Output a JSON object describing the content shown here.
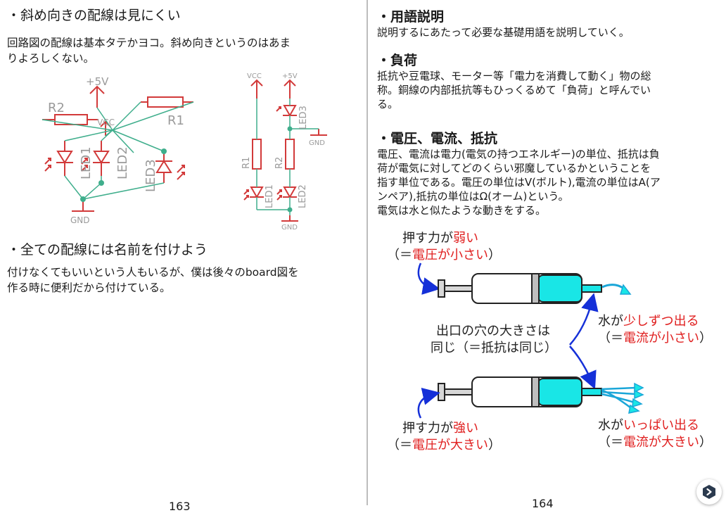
{
  "left_page": {
    "heading1": "・斜め向きの配線は見にくい",
    "para1_line1": "回路図の配線は基本タテかヨコ。斜め向きというのはあま",
    "para1_line2": "りよろしくない。",
    "schematic_bad": {
      "plus5v": "+5V",
      "vcc": "VCC",
      "r1": "R1",
      "r2": "R2",
      "led1": "LED1",
      "led2": "LED2",
      "led3": "LED3",
      "gnd": "GND"
    },
    "schematic_good": {
      "vcc": "VCC",
      "plus5v": "+5V",
      "r1": "R1",
      "r2": "R2",
      "led1": "LED1",
      "led2": "LED2",
      "led3": "LED3",
      "gnd1": "GND",
      "gnd2": "GND"
    },
    "heading2": "・全ての配線には名前を付けよう",
    "para2_line1": "付けなくてもいいという人もいるが、僕は後々のboard図を",
    "para2_line2": "作る時に便利だから付けている。",
    "page_number": "163"
  },
  "right_page": {
    "heading1": "・用語説明",
    "para1": "説明するにあたって必要な基礎用語を説明していく。",
    "heading2": "・負荷",
    "para2_line1": "抵抗や豆電球、モーター等「電力を消費して動く」物の総",
    "para2_line2": "称。銅線の内部抵抗等もひっくるめて「負荷」と呼んでい",
    "para2_line3": "る。",
    "heading3": "・電圧、電流、抵抗",
    "para3_line1": "電圧、電流は電力(電気の持つエネルギー)の単位、抵抗は負",
    "para3_line2": "荷が電気に対してどのくらい邪魔しているかということを",
    "para3_line3": "指す単位である。電圧の単位はV(ボルト),電流の単位はA(ア",
    "para3_line4": "ンペア),抵抗の単位はΩ(オーム)という。",
    "para3_line5": "電気は水と似たような動きをする。",
    "diagram": {
      "push_weak_1": "押す力が",
      "push_weak_2": "弱い",
      "voltage_small_1": "（＝",
      "voltage_small_2": "電圧が小さい",
      "voltage_small_3": "）",
      "hole_1": "出口の穴の大きさは",
      "hole_2": "同じ（＝抵抗は同じ）",
      "water_little_1": "水が",
      "water_little_2": "少しずつ出る",
      "current_small_1": "（＝",
      "current_small_2": "電流が小さい",
      "current_small_3": "）",
      "push_strong_1": "押す力が",
      "push_strong_2": "強い",
      "voltage_large_1": "（＝",
      "voltage_large_2": "電圧が大きい",
      "voltage_large_3": "）",
      "water_much_1": "水が",
      "water_much_2": "いっぱい出る",
      "current_large_1": "（＝",
      "current_large_2": "電流が大きい",
      "current_large_3": "）"
    },
    "page_number": "164"
  },
  "colors": {
    "accent_red": "#e02020",
    "wire_green": "#3fae8c",
    "schematic_red": "#d23a3a",
    "water_cyan": "#19e6e6",
    "arrow_blue": "#1530d8"
  },
  "widget": {
    "icon": "next-chevron-icon"
  }
}
